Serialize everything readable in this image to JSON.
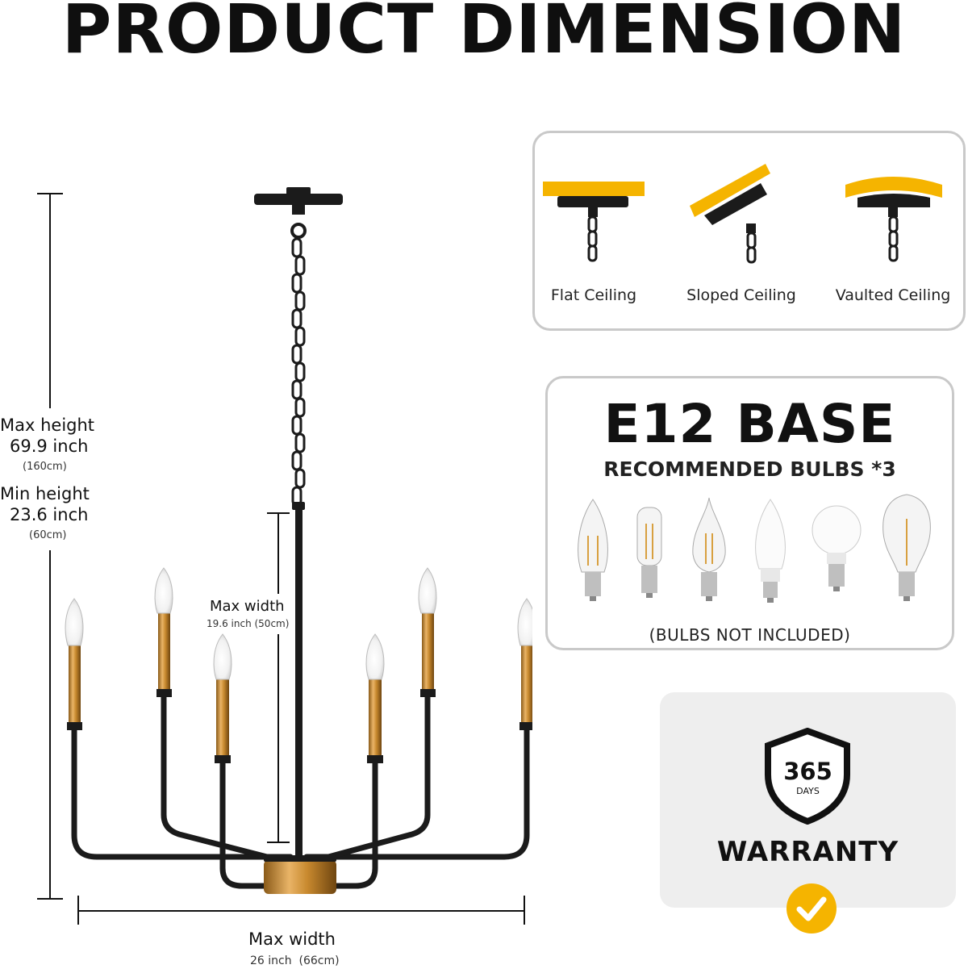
{
  "title": "PRODUCT DIMENSION",
  "dimensions": {
    "max_height_label": "Max  height",
    "max_height_inch": "69.9 inch",
    "max_height_cm": "(160cm)",
    "min_height_label": "Min  height",
    "min_height_inch": "23.6 inch",
    "min_height_cm": "(60cm)",
    "inner_width_label": "Max width",
    "inner_width_value": "19.6 inch (50cm)",
    "outer_width_label": "Max width",
    "outer_width_value": "26 inch  (66cm)"
  },
  "ceiling_types": [
    {
      "label": "Flat Ceiling",
      "icon": "flat-ceiling-icon"
    },
    {
      "label": "Sloped Ceiling",
      "icon": "sloped-ceiling-icon"
    },
    {
      "label": "Vaulted Ceiling",
      "icon": "vaulted-ceiling-icon"
    }
  ],
  "bulbs": {
    "base": "E12 BASE",
    "recommended": "RECOMMENDED BULBS *3",
    "note": "(BULBS NOT INCLUDED)",
    "types": [
      "candle-filament-bulb-icon",
      "tubular-filament-bulb-icon",
      "flame-tip-bulb-icon",
      "candle-led-bulb-icon",
      "globe-led-bulb-icon",
      "edison-filament-bulb-icon"
    ]
  },
  "warranty": {
    "days": "365",
    "days_label": "DAYS",
    "label": "WARRANTY"
  },
  "colors": {
    "accent_yellow": "#f5b400",
    "metal_black": "#1b1b1b",
    "brass": "#c8892e",
    "panel_border": "#c9c9c9"
  }
}
